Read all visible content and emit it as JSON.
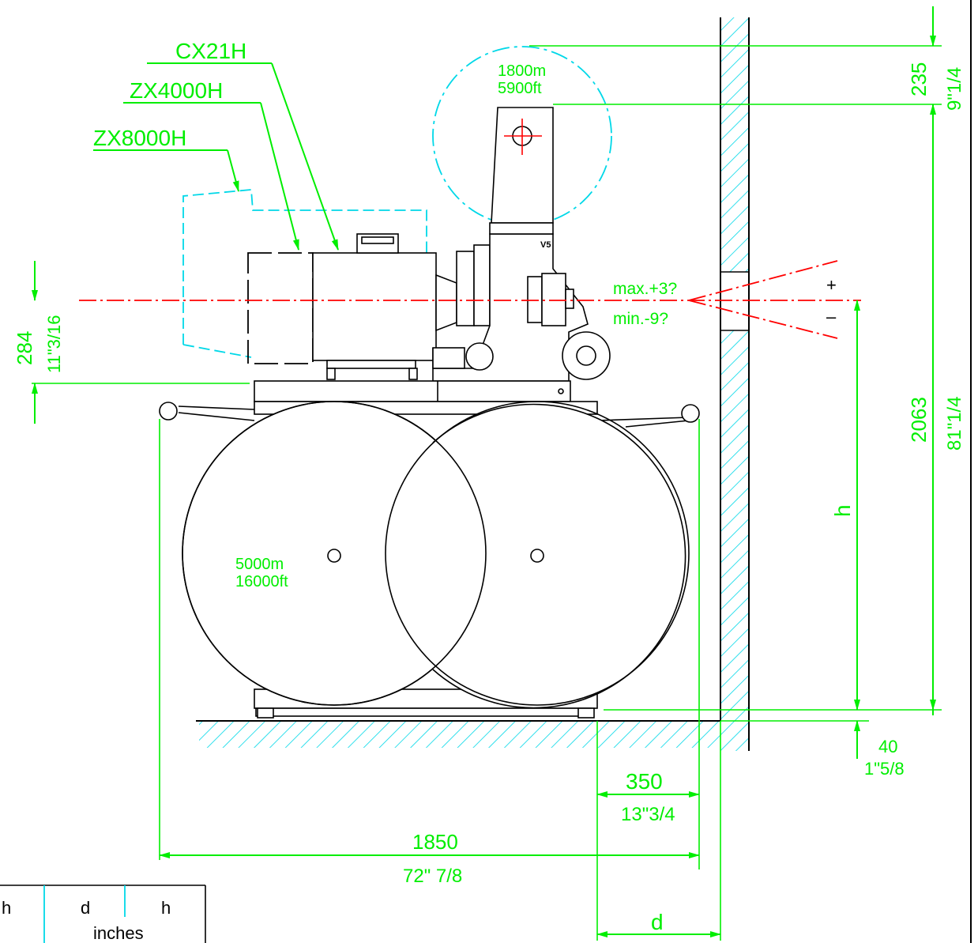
{
  "model_labels": {
    "cx21h": "CX21H",
    "zx4000h": "ZX4000H",
    "zx8000h": "ZX8000H"
  },
  "roll_top": {
    "line1": "1800m",
    "line2": "5900ft"
  },
  "roll_main": {
    "line1": "5000m",
    "line2": "16000ft"
  },
  "machine_tag": "V5",
  "angle": {
    "max": "max.+3?",
    "min": "min.-9?",
    "plus": "+",
    "minus": "–"
  },
  "dims": {
    "d235": "235",
    "d235_in": "9\"1/4",
    "d2063": "2063",
    "d2063_in": "81\"1/4",
    "d284": "284",
    "d284_in": "11\"3/16",
    "h": "h",
    "d40": "40",
    "d40_in": "1\"5/8",
    "d350": "350",
    "d350_in": "13\"3/4",
    "d1850": "1850",
    "d1850_in": "72\" 7/8",
    "d": "d"
  },
  "table": {
    "col1": "h",
    "col2": "d",
    "col3": "h",
    "units": "inches"
  },
  "colors": {
    "dimension": "#00ee00",
    "outline": "#000000",
    "alt": "#00d8e8",
    "axis": "#ff0000"
  }
}
